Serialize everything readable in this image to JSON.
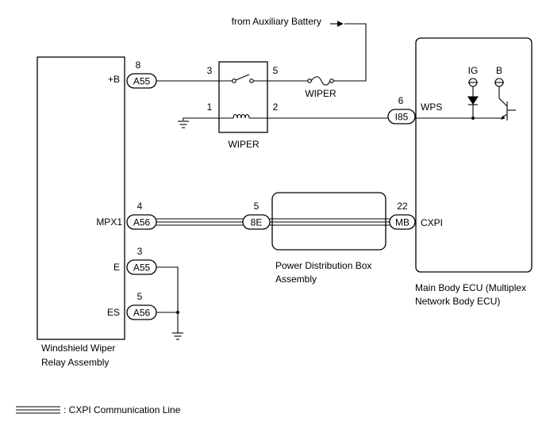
{
  "aux_battery_label": "from Auxiliary Battery",
  "wiper_relay": {
    "label_line1": "Windshield Wiper",
    "label_line2": "Relay Assembly",
    "terminals": {
      "plus_b": "+B",
      "mpx1": "MPX1",
      "e": "E",
      "es": "ES"
    }
  },
  "connectors": {
    "a55_top": {
      "name": "A55",
      "pin": "8"
    },
    "a56_mid": {
      "name": "A56",
      "pin": "4"
    },
    "a55_e": {
      "name": "A55",
      "pin": "3"
    },
    "a56_es": {
      "name": "A56",
      "pin": "5"
    },
    "c8e": {
      "name": "8E",
      "pin": "5"
    },
    "mb": {
      "name": "MB",
      "pin": "22"
    },
    "i85": {
      "name": "I85",
      "pin": "6"
    }
  },
  "wiper_relay_switch": {
    "label": "WIPER",
    "pins": {
      "p1": "1",
      "p2": "2",
      "p3": "3",
      "p5": "5"
    }
  },
  "fuse": {
    "label": "WIPER"
  },
  "pdb": {
    "label_line1": "Power Distribution Box",
    "label_line2": "Assembly"
  },
  "ecu": {
    "label_line1": "Main Body ECU (Multiplex",
    "label_line2": "Network Body ECU)",
    "terminals": {
      "wps": "WPS",
      "cxpi": "CXPI",
      "ig": "IG",
      "b": "B"
    }
  },
  "legend": {
    "text": ": CXPI Communication Line"
  }
}
